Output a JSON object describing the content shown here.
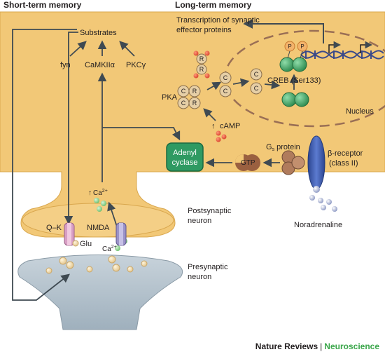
{
  "headings": {
    "short_term": "Short-term memory",
    "long_term": "Long-term memory"
  },
  "labels": {
    "substrates": "Substrates",
    "fyn": "fyn",
    "camkii": "CaMKIIα",
    "pkc": "PKCγ",
    "transcription_line1": "Transcription of synaptic",
    "transcription_line2": "effector proteins",
    "pka": "PKA",
    "camp_arrow": "↑",
    "camp": "cAMP",
    "creb": "CREB (Ser133)",
    "nucleus": "Nucleus",
    "adenyl_line1": "Adenyl",
    "adenyl_line2": "cyclase",
    "gtp": "GTP",
    "gs_protein_prefix": "G",
    "gs_protein_sub": "s",
    "gs_protein_suffix": " protein",
    "beta_receptor_line1": "β-receptor",
    "beta_receptor_line2": "(class II)",
    "noradrenaline": "Noradrenaline",
    "ca_up_arrow": "↑",
    "ca_up": "Ca",
    "ca_up_sup": "2+",
    "postsynaptic_line1": "Postsynaptic",
    "postsynaptic_line2": "neuron",
    "qk": "Q–K",
    "nmda": "NMDA",
    "glu": "Glu",
    "ca_in": "Ca",
    "ca_in_sup": "2+",
    "presynaptic_line1": "Presynaptic",
    "presynaptic_line2": "neuron",
    "pka_r": "R",
    "pka_c": "C",
    "phospho": "P"
  },
  "footer": {
    "brand": "Nature Reviews",
    "separator": "|",
    "journal": "Neuroscience"
  },
  "colors": {
    "cytoplasm": "#f2c877",
    "cytoplasm_edge": "#d9a74e",
    "presynaptic": "#b9c6d0",
    "arrow": "#3f4a52",
    "creb": "#3ea463",
    "adenyl": "#2f9a62",
    "receptor": "#3d5aa8",
    "gtp": "#9a6040",
    "pka": "#e6cfa6"
  }
}
